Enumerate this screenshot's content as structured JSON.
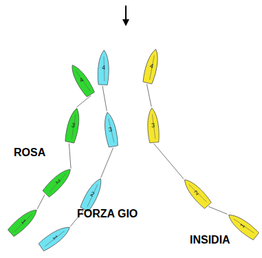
{
  "diagram": {
    "nodes": [
      {
        "text": [
          "1"
        ]
      },
      {
        "text": [
          "2"
        ]
      },
      {
        "text": [
          "3"
        ]
      },
      {
        "text": [
          "4"
        ]
      },
      {
        "text": [
          "1"
        ]
      },
      {
        "text": [
          "2"
        ]
      },
      {
        "text": [
          "3"
        ]
      },
      {
        "text": [
          "4"
        ]
      },
      {
        "text": [
          "1"
        ]
      },
      {
        "text": [
          "2"
        ]
      },
      {
        "text": [
          "3"
        ]
      },
      {
        "text": [
          "4"
        ]
      }
    ],
    "edges": [
      {
        "from": 0,
        "to": 1,
        "arrow": "none"
      },
      {
        "from": 1,
        "to": 2,
        "arrow": "none"
      },
      {
        "from": 2,
        "to": 3,
        "arrow": "none"
      },
      {
        "from": 4,
        "to": 5,
        "arrow": "none"
      },
      {
        "from": 5,
        "to": 6,
        "arrow": "none"
      },
      {
        "from": 6,
        "to": 7,
        "arrow": "none"
      },
      {
        "from": 8,
        "to": 9,
        "arrow": "none"
      },
      {
        "from": 9,
        "to": 10,
        "arrow": "none"
      },
      {
        "from": 10,
        "to": 11,
        "arrow": "none"
      }
    ],
    "labels": [
      "ROSA",
      "FORZA GIO",
      "INSIDIA"
    ]
  }
}
